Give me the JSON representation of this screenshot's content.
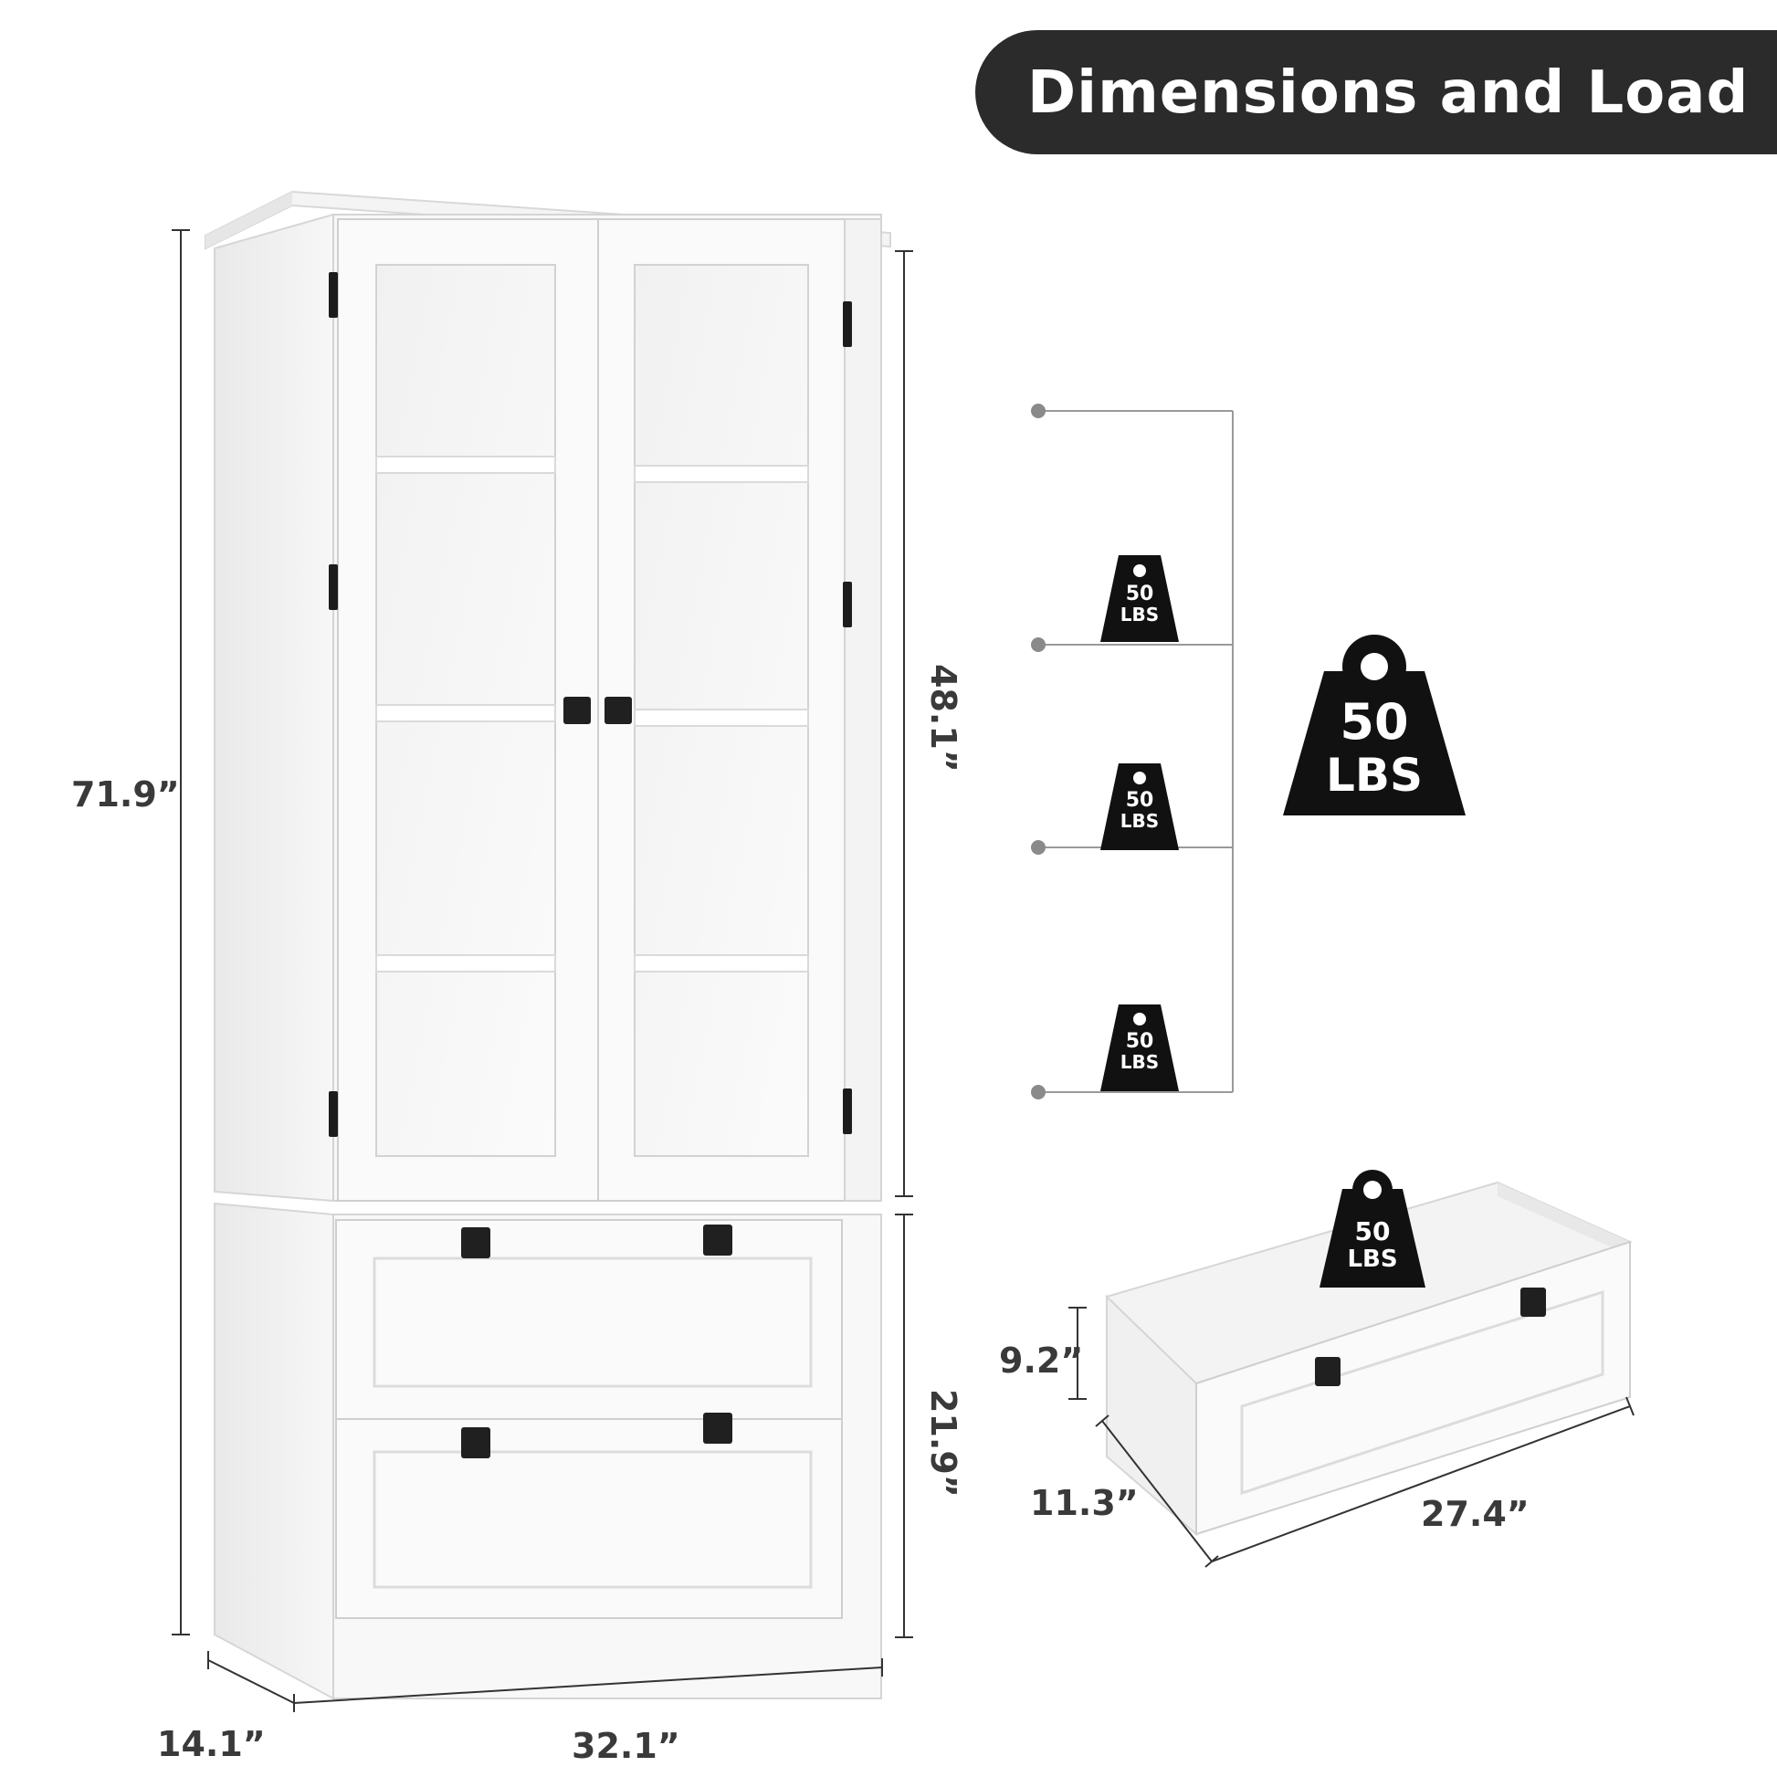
{
  "header": {
    "title": "Dimensions and Load"
  },
  "cabinet_dimensions": {
    "total_height": "71.9”",
    "upper_height": "48.1”",
    "lower_height": "21.9”",
    "depth": "14.1”",
    "width": "32.1”"
  },
  "drawer_dimensions": {
    "height": "9.2”",
    "depth": "11.3”",
    "width": "27.4”"
  },
  "load": {
    "shelf_badges": [
      {
        "value": "50",
        "unit": "LBS"
      },
      {
        "value": "50",
        "unit": "LBS"
      },
      {
        "value": "50",
        "unit": "LBS"
      }
    ],
    "main_badge": {
      "value": "50",
      "unit": "LBS"
    },
    "drawer_badge": {
      "value": "50",
      "unit": "LBS"
    }
  },
  "colors": {
    "header_bg": "#2b2b2b",
    "header_text": "#ffffff",
    "weight_icon": "#111111",
    "cabinet_white": "#f6f6f6",
    "dimension_line": "#333333"
  }
}
